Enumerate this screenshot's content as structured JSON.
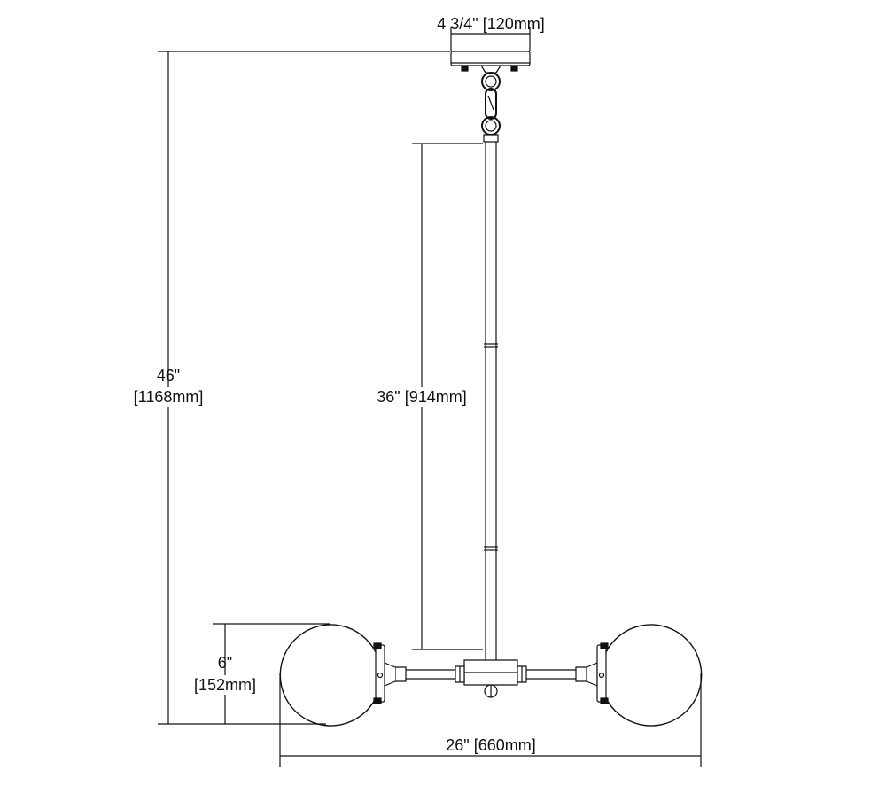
{
  "dimensions": {
    "canopy_width": "4 3/4\" [120mm]",
    "overall_height": {
      "imperial": "46\"",
      "metric": "[1168mm]"
    },
    "rod_length": "36\" [914mm]",
    "globe_height": {
      "imperial": "6\"",
      "metric": "[152mm]"
    },
    "overall_width": "26\" [660mm]"
  },
  "colors": {
    "line": "#111111",
    "background": "#ffffff"
  }
}
